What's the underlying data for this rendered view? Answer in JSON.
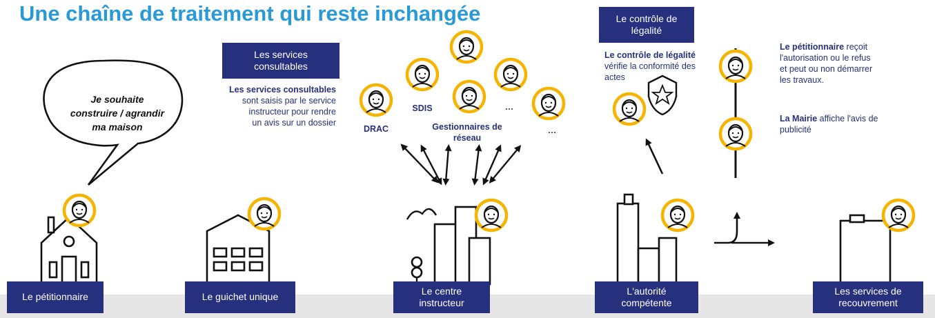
{
  "title": "Une chaîne de traitement qui reste inchangée",
  "speech_bubble": [
    "Je souhaite",
    "construire / agrandir",
    "ma maison"
  ],
  "services_box": [
    "Les services",
    "consultables"
  ],
  "services_desc": {
    "bold": "Les services consultables",
    "lines": [
      "sont saisis par le service",
      "instructeur pour rendre",
      "un avis sur un dossier"
    ]
  },
  "consulted": {
    "drac": "DRAC",
    "sdis": "SDIS",
    "reseau": [
      "Gestionnaires de",
      "réseau"
    ],
    "ellipsis1": "…",
    "ellipsis2": "…"
  },
  "legalite_box": [
    "Le contrôle de",
    "légalité"
  ],
  "legalite_desc": {
    "bold": "Le contrôle de légalité",
    "lines": [
      "vérifie la conformité des",
      "actes"
    ]
  },
  "petitionnaire_desc": {
    "bold": "Le pétitionnaire",
    "rest": " reçoit",
    "lines": [
      "l'autorisation ou le refus",
      "et peut ou non démarrer",
      "les travaux."
    ]
  },
  "mairie_desc": {
    "bold": "La Mairie",
    "rest": " affiche l'avis de",
    "lines": [
      "publicité"
    ]
  },
  "actors": {
    "petitionnaire": "Le pétitionnaire",
    "guichet": "Le guichet unique",
    "centre": [
      "Le centre",
      "instructeur"
    ],
    "autorite": [
      "L'autorité",
      "compétente"
    ],
    "recouvrement": [
      "Les services de",
      "recouvrement"
    ]
  },
  "colors": {
    "navy": "#26307c",
    "ring": "#f5b400",
    "title": "#2a9ad6"
  }
}
